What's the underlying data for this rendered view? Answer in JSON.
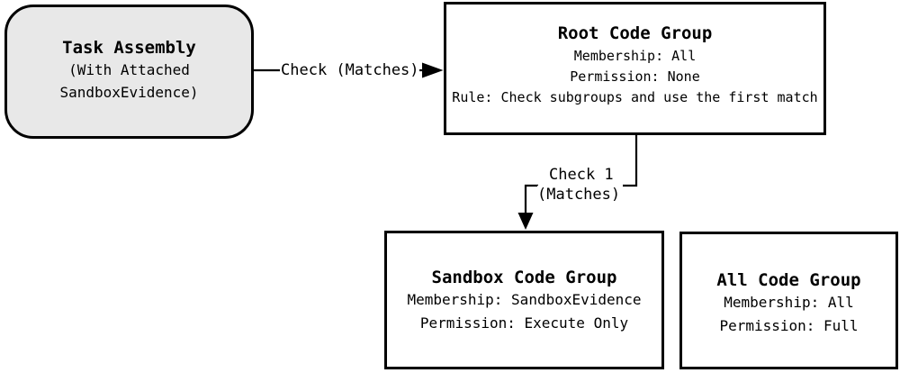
{
  "nodes": {
    "task_assembly": {
      "title": "Task Assembly",
      "lines": [
        "(With Attached",
        "SandboxEvidence)"
      ]
    },
    "root_code_group": {
      "title": "Root Code Group",
      "lines": [
        "Membership: All",
        "Permission: None",
        "Rule: Check subgroups and use the first match"
      ]
    },
    "sandbox_code_group": {
      "title": "Sandbox Code Group",
      "lines": [
        "Membership: SandboxEvidence",
        "Permission: Execute Only"
      ]
    },
    "all_code_group": {
      "title": "All Code Group",
      "lines": [
        "Membership: All",
        "Permission: Full"
      ]
    }
  },
  "edges": {
    "task_to_root": {
      "label": "Check (Matches)"
    },
    "root_to_sandbox": {
      "label_top": "Check 1",
      "label_bottom": "(Matches)"
    }
  },
  "colors": {
    "task_node_fill": "#e8e8e8",
    "node_border": "#000000",
    "line": "#000000",
    "background": "#ffffff"
  }
}
